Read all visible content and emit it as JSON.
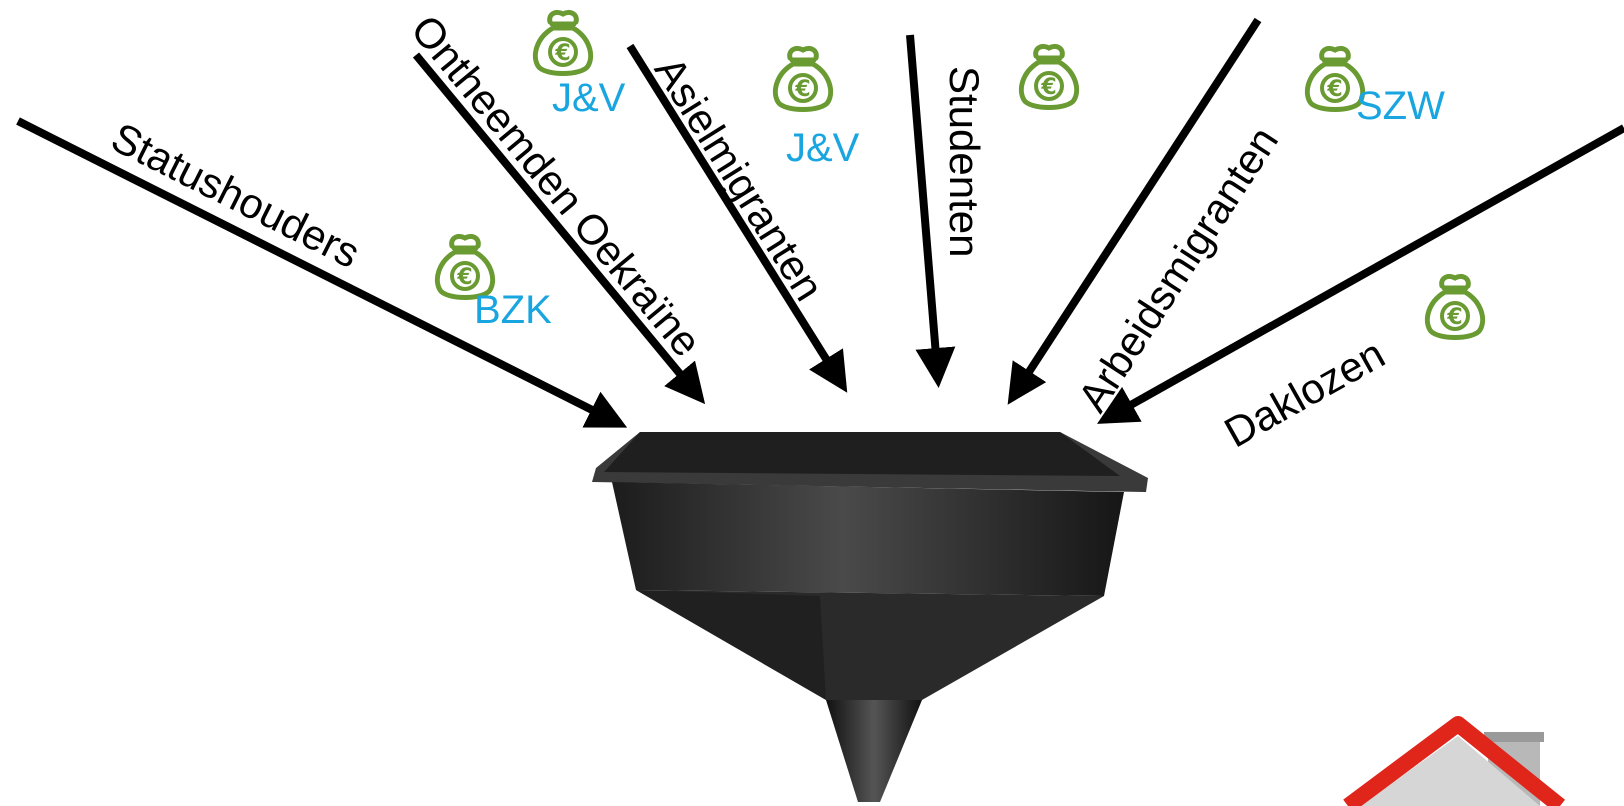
{
  "flows": [
    {
      "id": "statushouders",
      "label": "Statushouders",
      "ministry": "BZK"
    },
    {
      "id": "ontheemden",
      "label": "Ontheemden Oekraïne",
      "ministry": "J&V"
    },
    {
      "id": "asielmigranten",
      "label": "Asielmigranten",
      "ministry": "J&V"
    },
    {
      "id": "studenten",
      "label": "Studenten",
      "ministry": ""
    },
    {
      "id": "arbeidsmigranten",
      "label": "Arbeidsmigranten",
      "ministry": "SZW"
    },
    {
      "id": "daklozen",
      "label": "Daklozen",
      "ministry": ""
    }
  ],
  "icons": {
    "money_bag": "money-bag-euro-icon",
    "funnel": "funnel-icon",
    "house": "house-icon"
  },
  "colors": {
    "arrow": "#000000",
    "ministry_text": "#19a6e0",
    "money_bag": "#6a9a32",
    "funnel": "#2b2b2b",
    "roof": "#e0251b"
  }
}
